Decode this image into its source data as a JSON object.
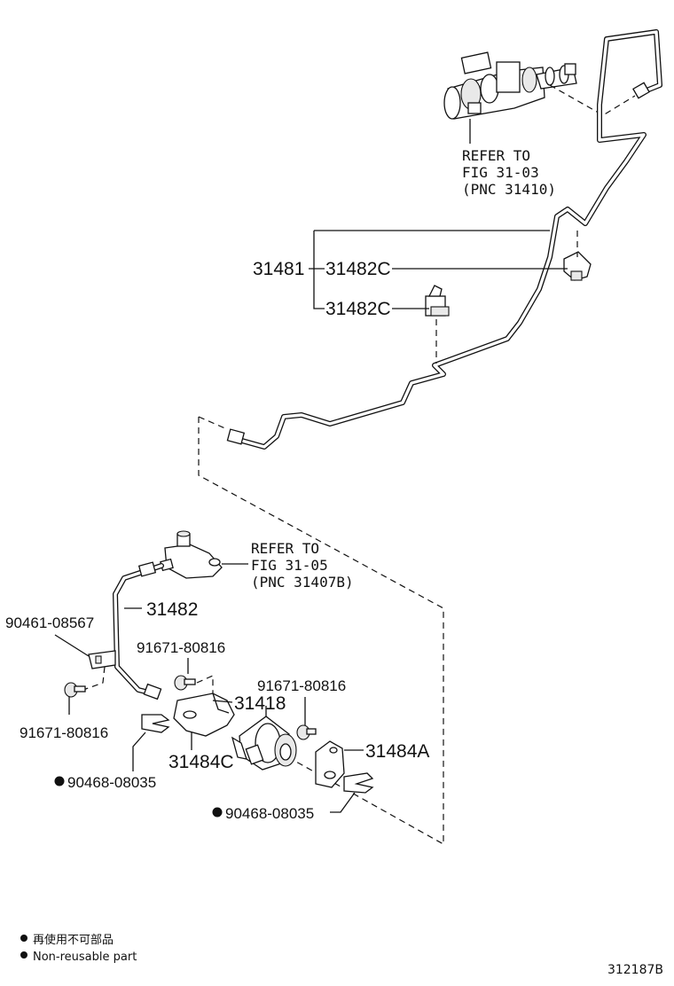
{
  "refs": {
    "top": {
      "l1": "REFER TO",
      "l2": "FIG 31-03",
      "l3": "(PNC 31410)"
    },
    "mid": {
      "l1": "REFER TO",
      "l2": "FIG 31-05",
      "l3": "(PNC 31407B)"
    }
  },
  "labels": {
    "p31481": "31481",
    "p31482c_a": "31482C",
    "p31482c_b": "31482C",
    "p31482": "31482",
    "p90461": "90461-08567",
    "p91671_a": "91671-80816",
    "p91671_b": "91671-80816",
    "p91671_c": "91671-80816",
    "p31418": "31418",
    "p31484a": "31484A",
    "p31484c": "31484C",
    "p90468_a": "90468-08035",
    "p90468_b": "90468-08035"
  },
  "legend": {
    "line1": "再使用不可部品",
    "line2": "Non-reusable part"
  },
  "figure_id": "312187B"
}
